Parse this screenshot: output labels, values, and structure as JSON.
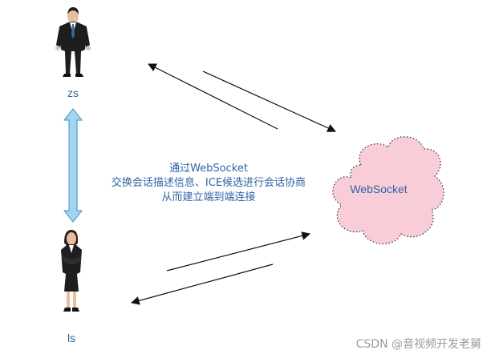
{
  "diagram": {
    "top_person_label": "zs",
    "bottom_person_label": "ls",
    "caption_lines": [
      "通过WebSocket",
      "交换会话描述信息、ICE候选进行会话协商",
      "从而建立端到端连接"
    ],
    "cloud_label": "WebSocket",
    "watermark": "CSDN @音视频开发老舅"
  },
  "colors": {
    "label_blue": "#2e64a5",
    "cloud_fill": "#f9cdd8",
    "arrow_fill": "#a6d3ee",
    "arrow_stroke": "#4aa3d8",
    "line": "#111111",
    "suit": "#1e1e1e",
    "skin": "#e7bfa0",
    "shirt": "#ffffff",
    "tie": "#3f63a8",
    "watermark": "#9a9a9a"
  }
}
